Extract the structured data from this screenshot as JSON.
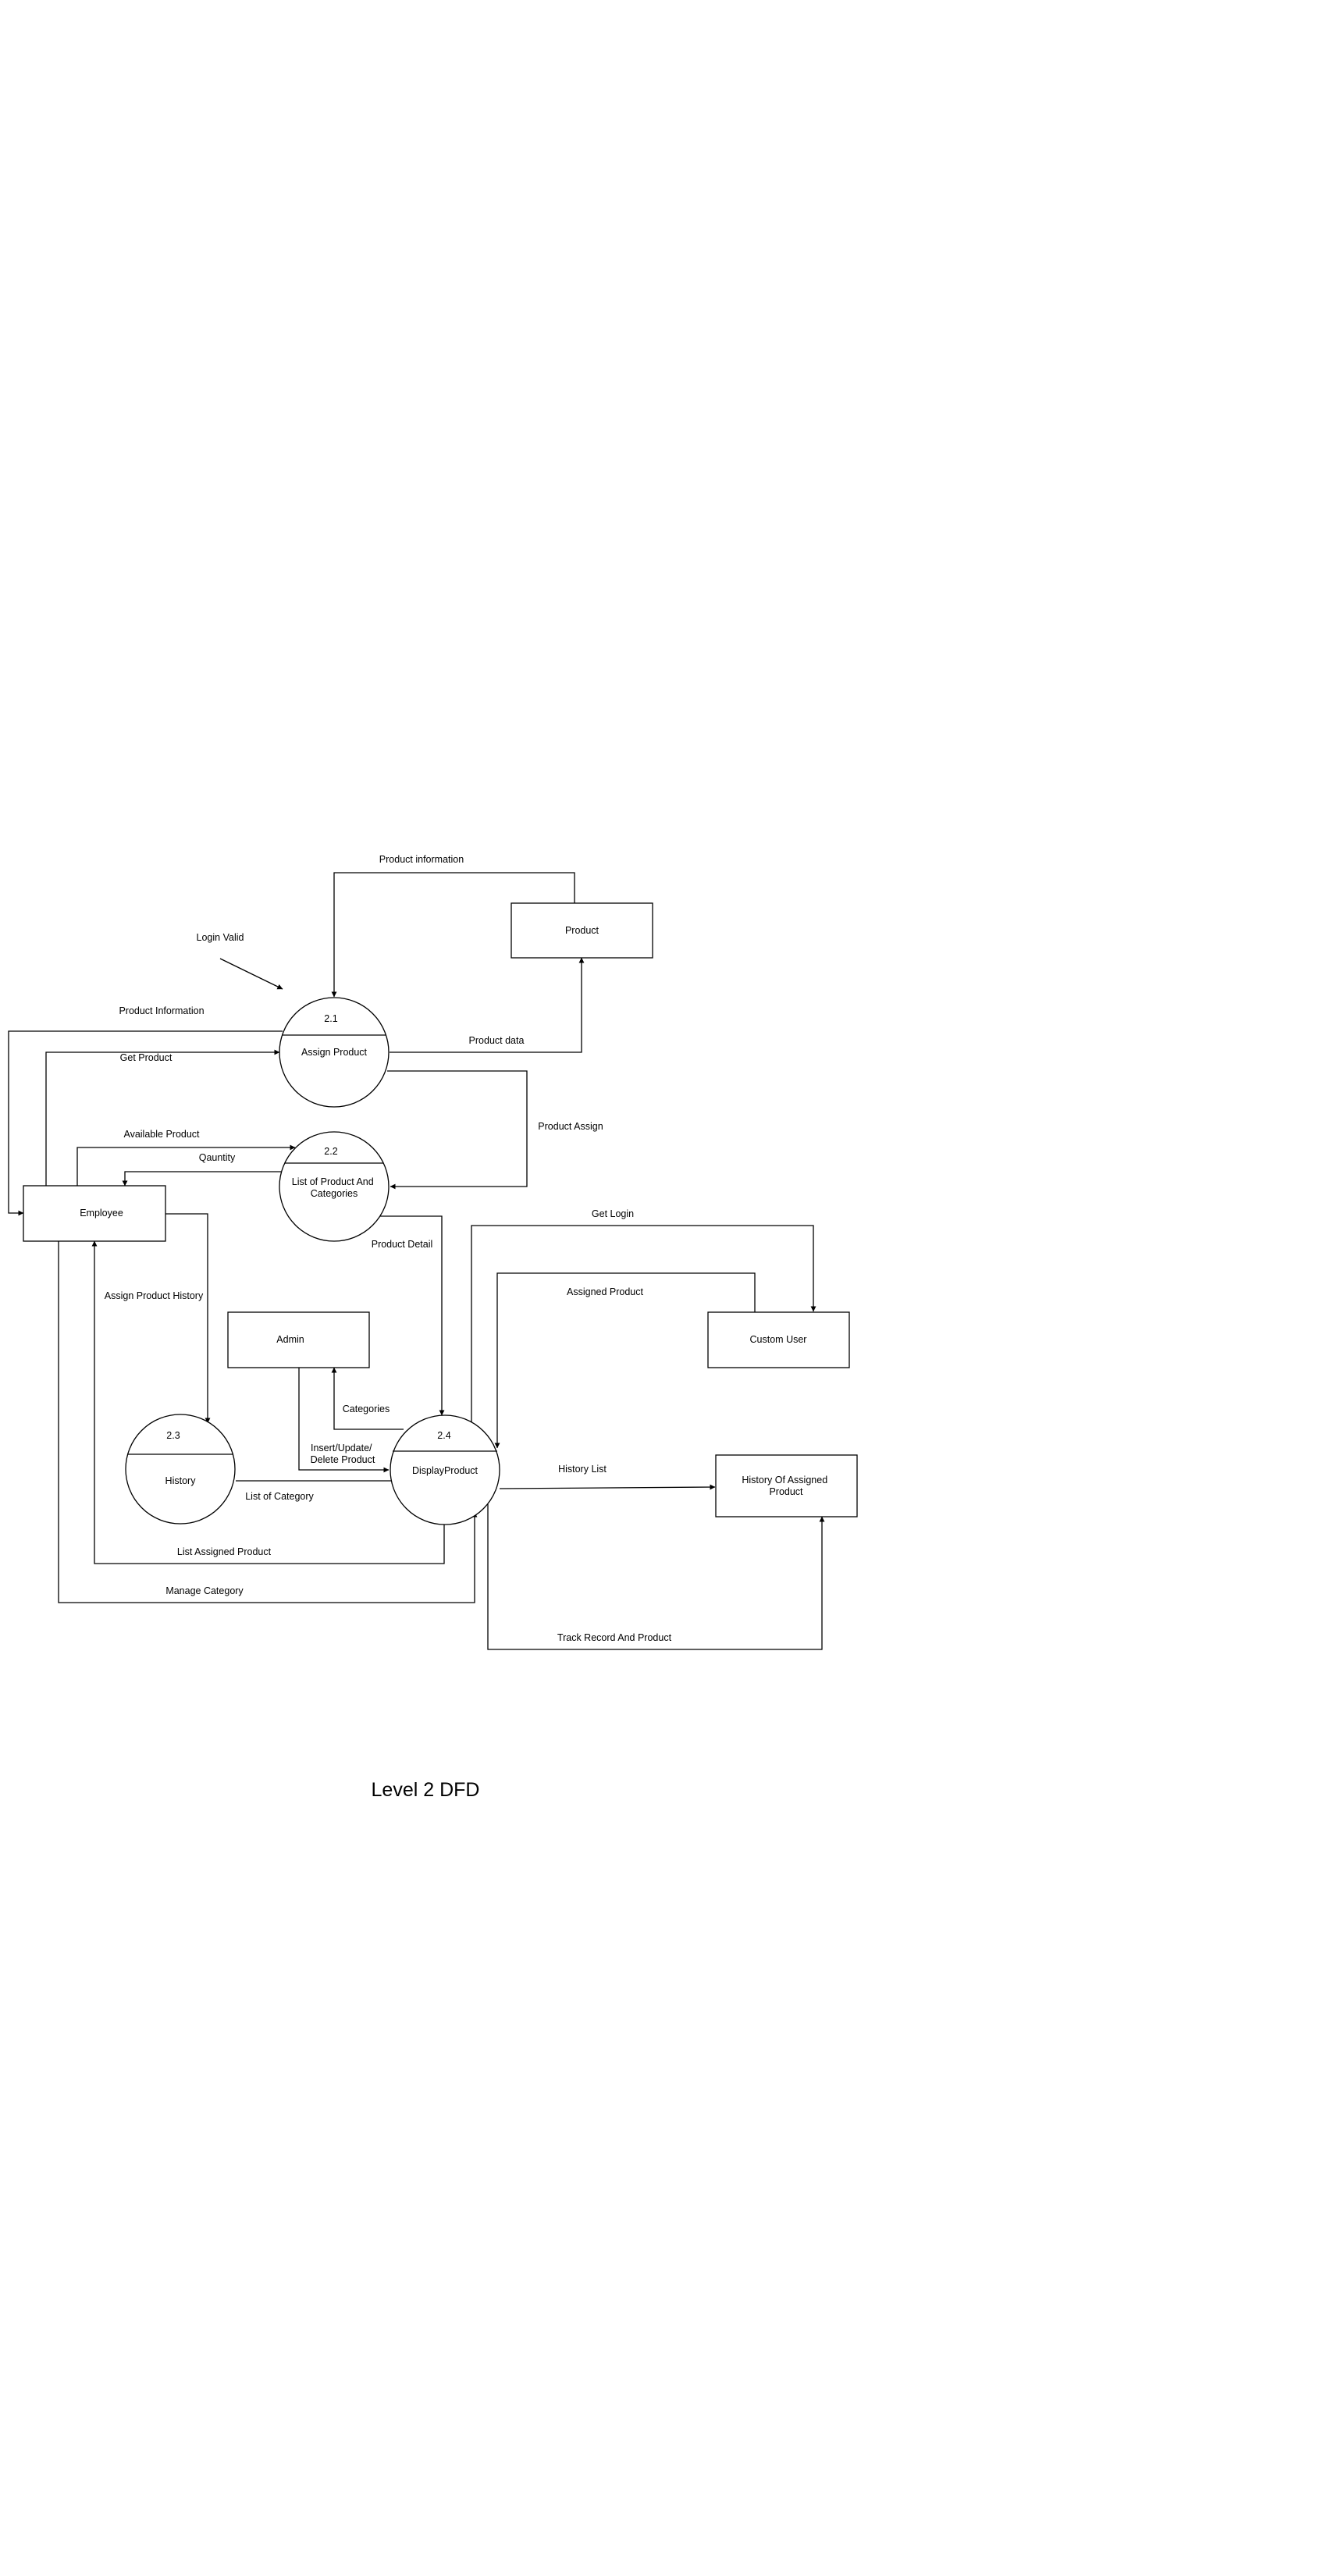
{
  "diagram_title": "Level 2 DFD",
  "entities": {
    "product": "Product",
    "employee": "Employee",
    "admin": "Admin",
    "custom_user": "Custom User",
    "history_store": [
      "History Of Assigned",
      "Product"
    ]
  },
  "processes": {
    "p21": {
      "number": "2.1",
      "name": [
        "Assign Product"
      ]
    },
    "p22": {
      "number": "2.2",
      "name": [
        "List of Product And",
        "Categories"
      ]
    },
    "p23": {
      "number": "2.3",
      "name": [
        "History"
      ]
    },
    "p24": {
      "number": "2.4",
      "name": [
        "DisplayProduct"
      ]
    }
  },
  "flows": {
    "product_information_top": "Product information",
    "login_valid": "Login Valid",
    "product_information_left": "Product Information",
    "get_product": "Get Product",
    "product_data": "Product data",
    "product_assign": "Product Assign",
    "available_product": "Available Product",
    "qauntity": "Qauntity",
    "product_detail": "Product Detail",
    "get_login": "Get Login",
    "assigned_product": "Assigned Product",
    "assign_product_history": "Assign Product History",
    "categories": "Categories",
    "insert_update_delete": [
      "Insert/Update/",
      "Delete Product"
    ],
    "list_of_category": "List of Category",
    "history_list": "History List",
    "list_assigned_product": "List Assigned Product",
    "manage_category": "Manage Category",
    "track_record": "Track Record And Product"
  }
}
